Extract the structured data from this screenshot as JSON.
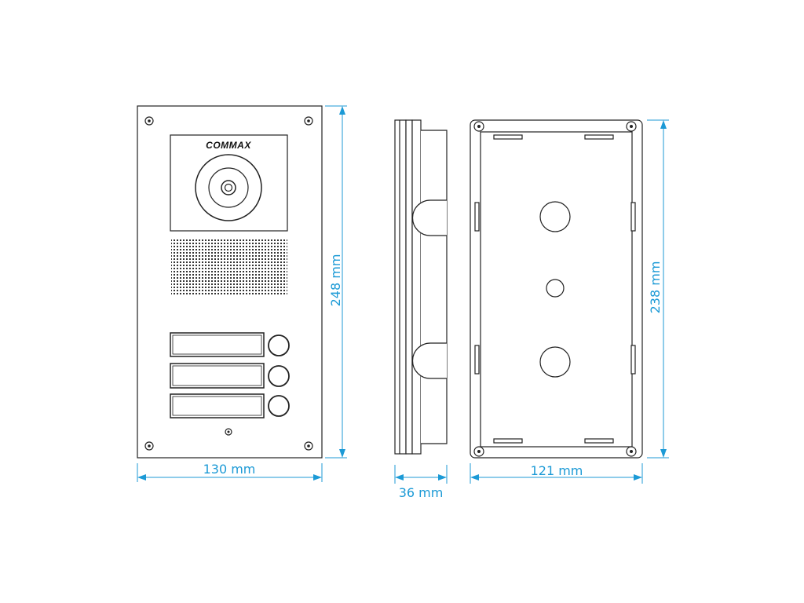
{
  "panel": {
    "brand": "COMMAX"
  },
  "dimensions": {
    "front_width": "130 mm",
    "front_height": "248 mm",
    "side_depth": "36 mm",
    "box_width": "121 mm",
    "box_height": "238 mm"
  },
  "colors": {
    "dimension": "#1c9ad6",
    "outline": "#222222"
  }
}
